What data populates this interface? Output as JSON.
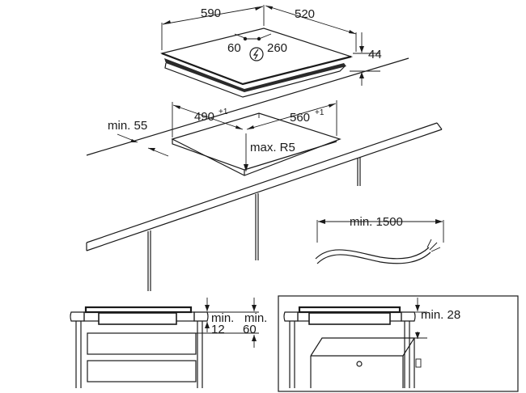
{
  "hob_dimensions": {
    "width": "590",
    "depth": "520",
    "height": "44",
    "connector_offset_left": "60",
    "connector_offset_right": "260"
  },
  "cutout": {
    "width": "490",
    "width_tolerance": "+1",
    "depth": "560",
    "depth_tolerance": "+1",
    "corner_radius": "max. R5",
    "edge_clearance": "min. 55"
  },
  "cable": {
    "min_length": "min. 1500"
  },
  "side_view_drawer": {
    "gap_label": "min.",
    "gap_value": "12",
    "clearance_label": "min.",
    "clearance_value": "60"
  },
  "side_view_oven": {
    "clearance": "min. 28"
  },
  "icons": {
    "power_connection": "lightning-bolt-in-circle"
  }
}
